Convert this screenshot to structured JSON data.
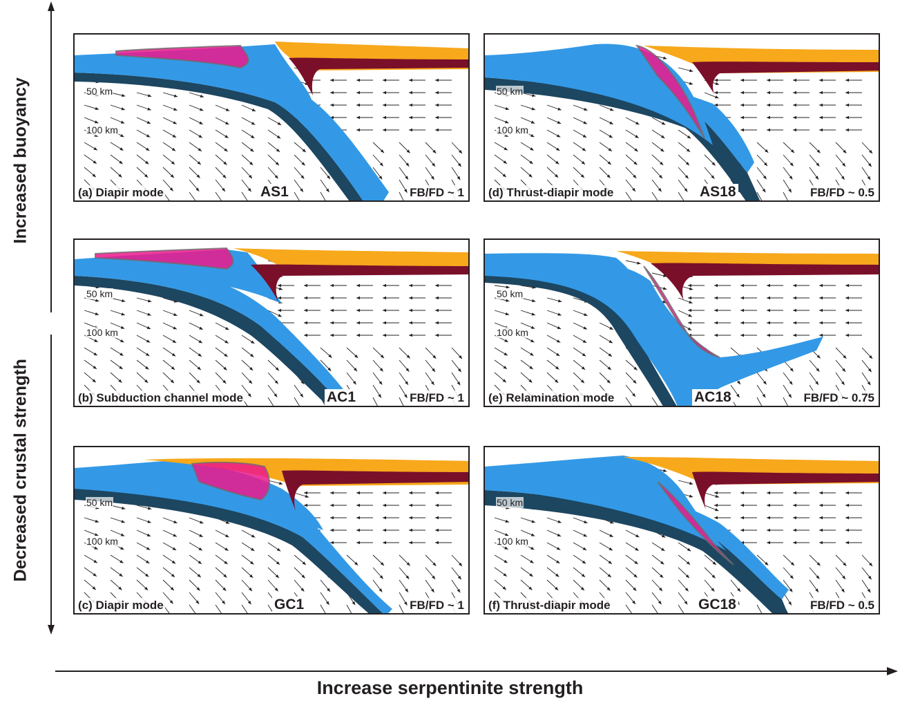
{
  "axes": {
    "left_top": "Increased buoyancy",
    "left_bottom": "Decreased crustal strength",
    "bottom": "Increase serpentinite strength"
  },
  "depth_labels": [
    "50 km",
    "100 km"
  ],
  "colors": {
    "oceanic_crust": "#3399e6",
    "lithosphere": "#1d4660",
    "continental_crust": "#f7a81b",
    "lower_crust": "#7a0f2a",
    "serpentinite": "#ec198c",
    "sediment": "#6e6e6e"
  },
  "panels": [
    {
      "id": "a",
      "caption": "(a) Diapir mode",
      "code": "AS1",
      "ratio": "FB/FD ~ 1"
    },
    {
      "id": "b",
      "caption": "(b) Subduction channel mode",
      "code": "AC1",
      "ratio": "FB/FD ~ 1"
    },
    {
      "id": "c",
      "caption": "(c) Diapir mode",
      "code": "GC1",
      "ratio": "FB/FD ~ 1"
    },
    {
      "id": "d",
      "caption": "(d) Thrust-diapir mode",
      "code": "AS18",
      "ratio": "FB/FD ~ 0.5"
    },
    {
      "id": "e",
      "caption": "(e) Relamination mode",
      "code": "AC18",
      "ratio": "FB/FD ~ 0.75"
    },
    {
      "id": "f",
      "caption": "(f) Thrust-diapir mode",
      "code": "GC18",
      "ratio": "FB/FD ~ 0.5"
    }
  ]
}
